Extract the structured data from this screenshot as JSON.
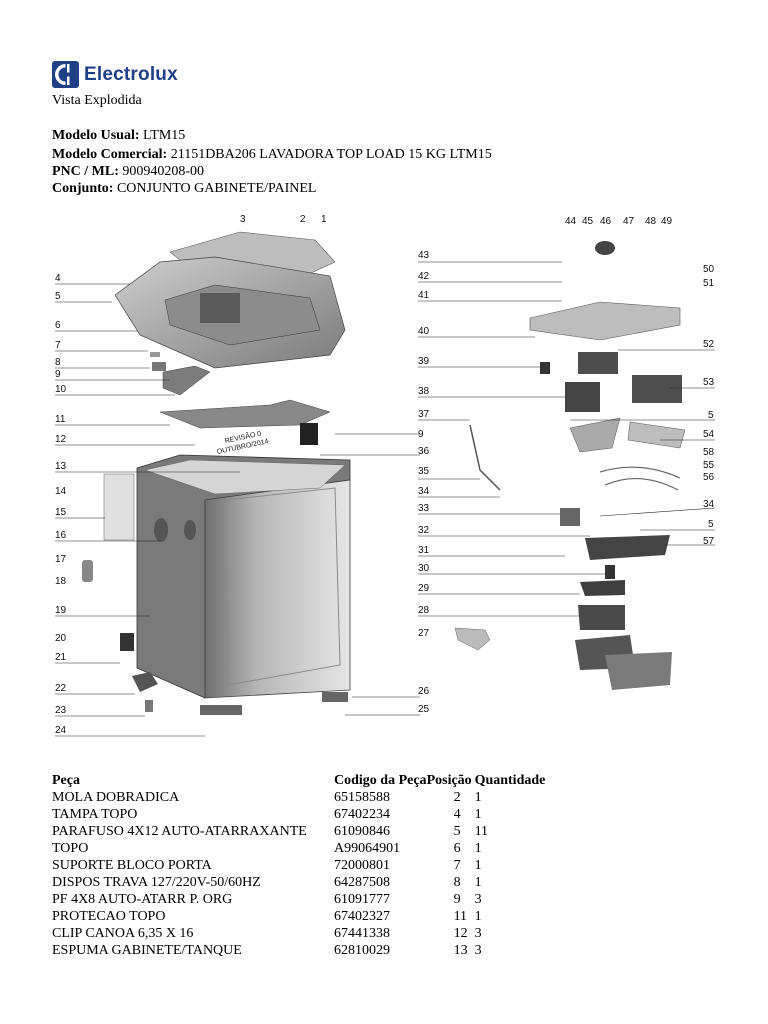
{
  "header": {
    "brand": "Electrolux",
    "brand_icon": "electrolux-logo-icon",
    "brand_color": "#1f3f86",
    "subtitle": "Vista Explodida"
  },
  "info": {
    "modelo_usual_label": "Modelo Usual:",
    "modelo_usual": "LTM15",
    "modelo_comercial_label": "Modelo Comercial:",
    "modelo_comercial": "21151DBA206 LAVADORA TOP LOAD 15 KG LTM15",
    "pnc_label": "PNC / ML:",
    "pnc": "900940208-00",
    "conjunto_label": "Conjunto:",
    "conjunto": "CONJUNTO GABINETE/PAINEL"
  },
  "diagram": {
    "stamp_line1": "REVISÃO 0",
    "stamp_line2": "OUTUBRO/2014",
    "callouts_left": [
      "4",
      "5",
      "6",
      "7",
      "8",
      "9",
      "10",
      "11",
      "12",
      "13",
      "14",
      "15",
      "16",
      "17",
      "18",
      "19",
      "20",
      "21",
      "22",
      "23",
      "24"
    ],
    "callouts_top": [
      "3",
      "2",
      "1"
    ],
    "callouts_bottom_right": [
      "26",
      "25"
    ],
    "callouts_right_left_column": [
      "43",
      "42",
      "41",
      "40",
      "39",
      "38",
      "37",
      "36",
      "35",
      "34",
      "33",
      "32",
      "31",
      "30",
      "29",
      "28",
      "27"
    ],
    "callouts_right_top": [
      "44",
      "45",
      "46",
      "47",
      "48",
      "49",
      "50",
      "51"
    ],
    "callouts_right_column": [
      "52",
      "53",
      "5",
      "54",
      "58",
      "55",
      "56",
      "34",
      "5",
      "57"
    ],
    "callout_9_mid": "9"
  },
  "table": {
    "headers": [
      "Peça",
      "Codigo da Peça",
      "Posição",
      "Quantidade"
    ],
    "rows": [
      [
        "MOLA DOBRADICA",
        "65158588",
        "2",
        "1"
      ],
      [
        "TAMPA TOPO",
        "67402234",
        "4",
        "1"
      ],
      [
        "PARAFUSO 4X12 AUTO-ATARRAXANTE",
        "61090846",
        "5",
        "11"
      ],
      [
        "TOPO",
        "A99064901",
        "6",
        "1"
      ],
      [
        "SUPORTE BLOCO PORTA",
        "72000801",
        "7",
        "1"
      ],
      [
        "DISPOS TRAVA 127/220V-50/60HZ",
        "64287508",
        "8",
        "1"
      ],
      [
        "PF 4X8 AUTO-ATARR P. ORG",
        "61091777",
        "9",
        "3"
      ],
      [
        "PROTECAO TOPO",
        "67402327",
        "11",
        "1"
      ],
      [
        "CLIP CANOA 6,35 X 16",
        "67441338",
        "12",
        "3"
      ],
      [
        "ESPUMA GABINETE/TANQUE",
        "62810029",
        "13",
        "3"
      ]
    ]
  }
}
